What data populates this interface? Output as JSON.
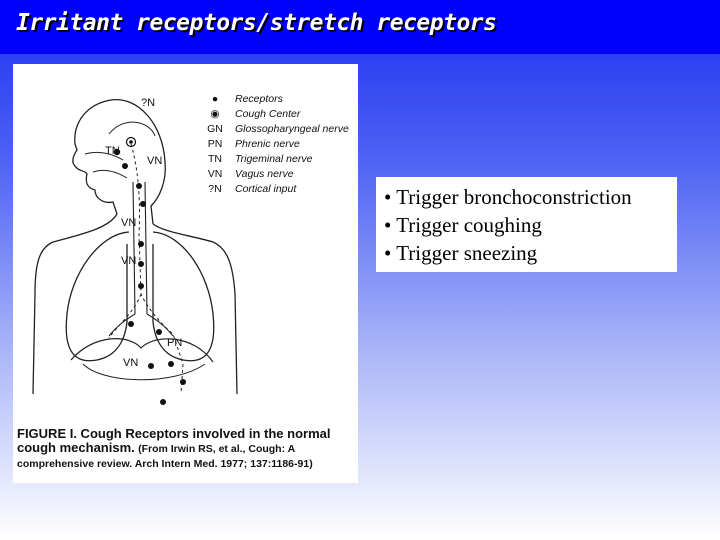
{
  "title": "Irritant receptors/stretch receptors",
  "figure": {
    "legend": [
      {
        "symbol": "●",
        "label": "Receptors"
      },
      {
        "symbol": "◉",
        "label": "Cough Center"
      },
      {
        "symbol": "GN",
        "label": "Glossopharyngeal nerve"
      },
      {
        "symbol": "PN",
        "label": "Phrenic nerve"
      },
      {
        "symbol": "TN",
        "label": "Trigeminal nerve"
      },
      {
        "symbol": "VN",
        "label": "Vagus nerve"
      },
      {
        "symbol": "?N",
        "label": "Cortical input"
      }
    ],
    "labels": {
      "qn": "?N",
      "tn": "TN",
      "vn_neck": "VN",
      "vn_trachea": "VN",
      "vn_lung": "VN",
      "pn": "PN",
      "vn_abdomen": "VN"
    },
    "caption": {
      "lead": "FIGURE I. Cough Receptors involved in the normal cough mechanism.",
      "citation": "(From Irwin RS, et al., Cough: A comprehensive review. Arch Intern Med. 1977; 137:1186-91)"
    }
  },
  "bullets": [
    "• Trigger bronchoconstriction",
    "• Trigger coughing",
    "• Trigger sneezing"
  ]
}
